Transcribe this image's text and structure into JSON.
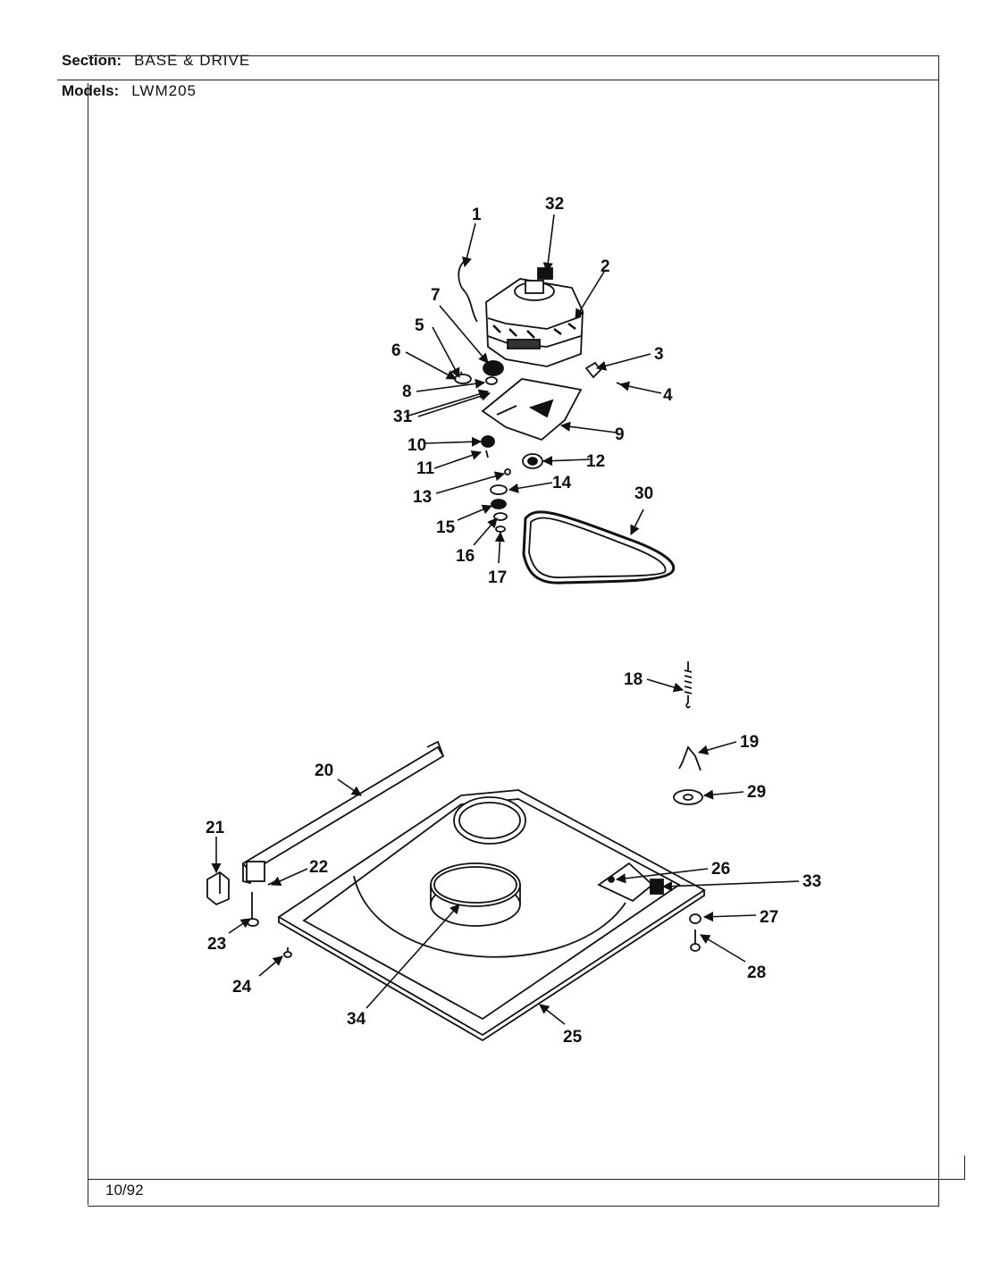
{
  "header": {
    "section_label": "Section:",
    "section_value": "BASE & DRIVE",
    "models_label": "Models:",
    "models_value": "LWM205"
  },
  "footer": {
    "date": "10/92"
  },
  "callouts": [
    "1",
    "2",
    "3",
    "4",
    "5",
    "6",
    "7",
    "8",
    "9",
    "10",
    "11",
    "12",
    "13",
    "14",
    "15",
    "16",
    "17",
    "18",
    "19",
    "20",
    "21",
    "22",
    "23",
    "24",
    "25",
    "26",
    "27",
    "28",
    "29",
    "30",
    "31",
    "32",
    "33",
    "34"
  ]
}
